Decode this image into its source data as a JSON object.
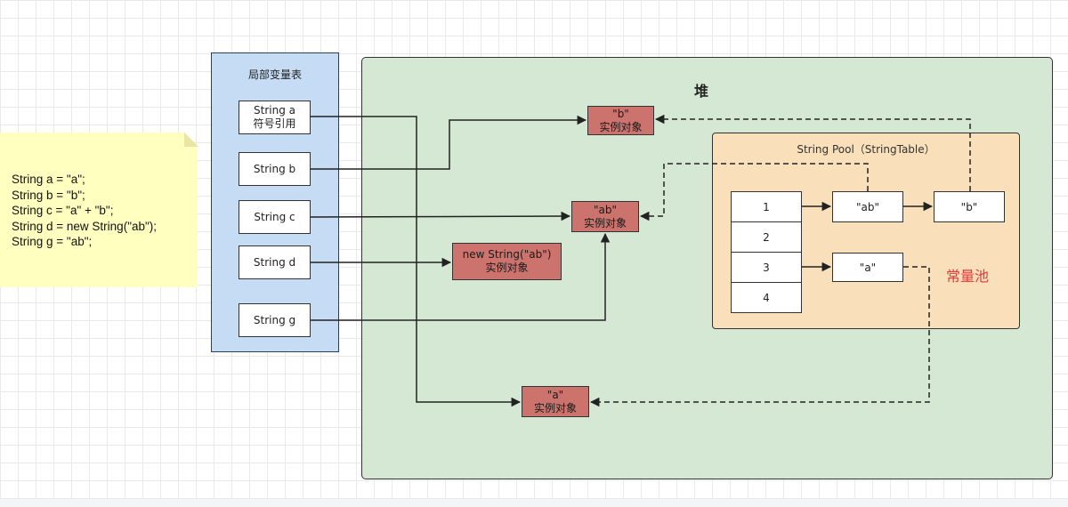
{
  "code_note": {
    "lines": [
      "String a = \"a\";",
      "String b = \"b\";",
      "String c = \"a\" + \"b\";",
      "String d = new String(\"ab\");",
      "String g = \"ab\";"
    ]
  },
  "locals": {
    "title": "局部变量表",
    "vars": [
      {
        "line1": "String a",
        "line2": "符号引用"
      },
      {
        "line1": "String b",
        "line2": ""
      },
      {
        "line1": "String c",
        "line2": ""
      },
      {
        "line1": "String d",
        "line2": ""
      },
      {
        "line1": "String g",
        "line2": ""
      }
    ]
  },
  "heap": {
    "title": "堆",
    "objects": {
      "b": {
        "line1": "\"b\"",
        "line2": "实例对象"
      },
      "ab": {
        "line1": "\"ab\"",
        "line2": "实例对象"
      },
      "new_ab": {
        "line1": "new String(\"ab\")",
        "line2": "实例对象"
      },
      "a": {
        "line1": "\"a\"",
        "line2": "实例对象"
      }
    }
  },
  "string_pool": {
    "title": "String Pool（StringTable）",
    "label": "常量池",
    "slots": [
      "1",
      "2",
      "3",
      "4"
    ],
    "entries": {
      "ab": "\"ab\"",
      "b": "\"b\"",
      "a": "\"a\""
    }
  },
  "colors": {
    "locals_bg": "#c6dcf4",
    "heap_bg": "#d5e8d4",
    "pool_bg": "#f9dfba",
    "object_bg": "#cc736e",
    "note_bg": "#ffffc0",
    "pool_label": "#e4393c"
  }
}
